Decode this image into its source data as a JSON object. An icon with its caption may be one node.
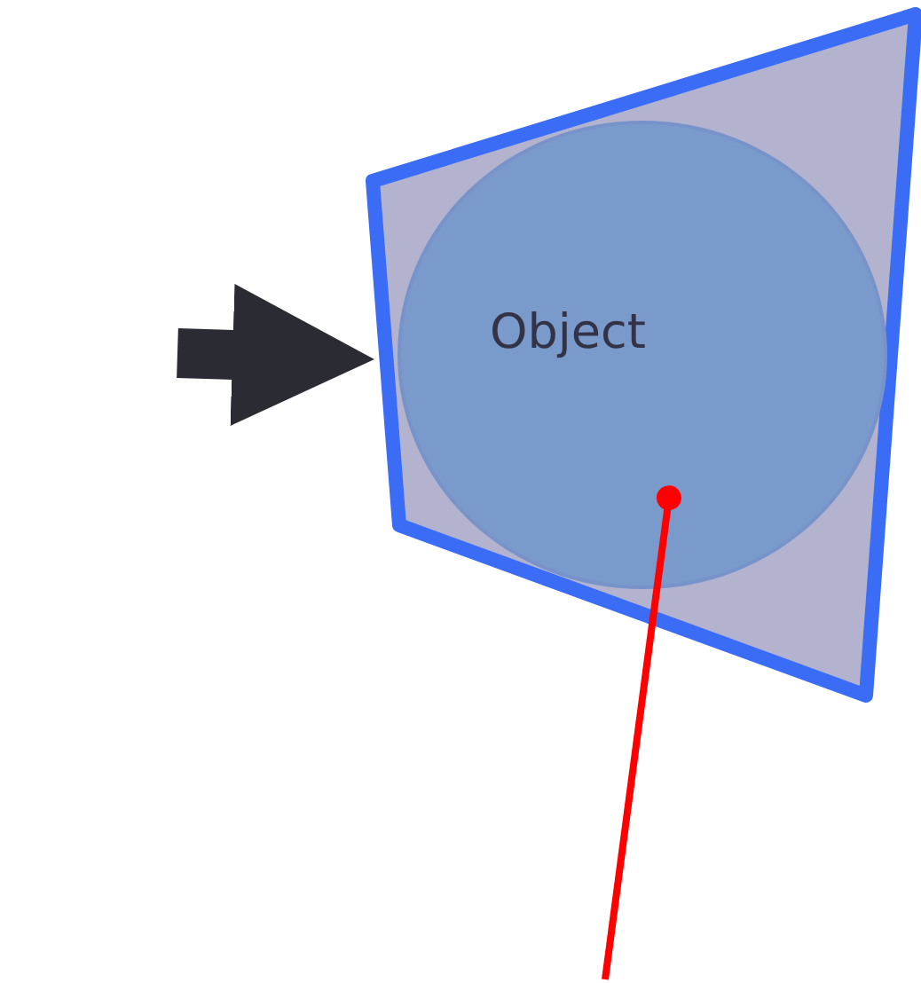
{
  "diagram": {
    "nodes": [
      {
        "text": [],
        "shape": "box"
      },
      {
        "text": [
          "Object"
        ],
        "in": 0
      }
    ],
    "edges": [
      {
        "from": null,
        "to": 0,
        "arrow": "to",
        "style": "thick",
        "color": "#2b2b33"
      },
      {
        "from": 1,
        "to": null,
        "arrow": "other",
        "color": "#ff0000"
      }
    ]
  }
}
